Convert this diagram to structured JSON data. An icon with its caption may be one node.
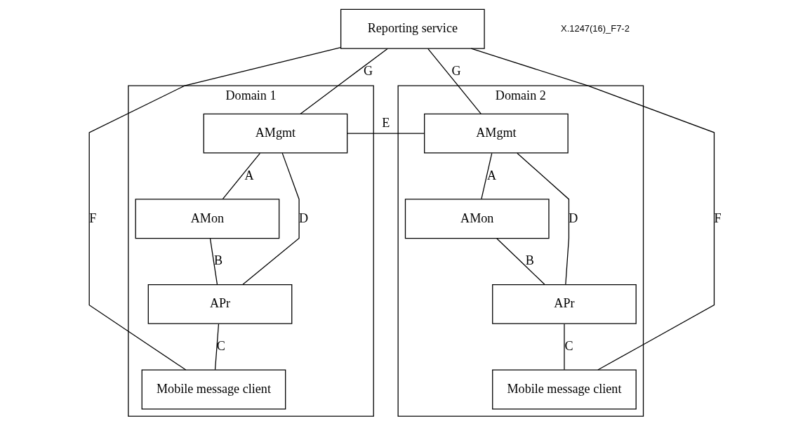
{
  "diagram": {
    "nodes": [
      {
        "text": [
          "Reporting service"
        ]
      },
      {
        "text": [
          "Domain 1"
        ]
      },
      {
        "text": [
          "AMgmt"
        ],
        "in": 1
      },
      {
        "text": [
          "AMon"
        ],
        "in": 1
      },
      {
        "text": [
          "APr"
        ],
        "in": 1
      },
      {
        "text": [
          "Mobile message client"
        ],
        "in": 1
      },
      {
        "text": [
          "Domain 2"
        ]
      },
      {
        "text": [
          "AMgmt"
        ],
        "in": 6
      },
      {
        "text": [
          "AMon"
        ],
        "in": 6
      },
      {
        "text": [
          "APr"
        ],
        "in": 6
      },
      {
        "text": [
          "Mobile message client"
        ],
        "in": 6
      }
    ],
    "edges": [
      {
        "from": 0,
        "to": 2,
        "arrow": "none",
        "label": "G"
      },
      {
        "from": 0,
        "to": 7,
        "arrow": "none",
        "label": "G"
      },
      {
        "from": 2,
        "to": 7,
        "arrow": "none",
        "label": "E"
      },
      {
        "from": 2,
        "to": 3,
        "arrow": "none",
        "label": "A"
      },
      {
        "from": 3,
        "to": 4,
        "arrow": "none",
        "label": "B"
      },
      {
        "from": 4,
        "to": 5,
        "arrow": "none",
        "label": "C"
      },
      {
        "from": 2,
        "to": 4,
        "arrow": "none",
        "label": "D"
      },
      {
        "from": 0,
        "to": 5,
        "arrow": "none",
        "label": "F"
      },
      {
        "from": 7,
        "to": 8,
        "arrow": "none",
        "label": "A"
      },
      {
        "from": 8,
        "to": 9,
        "arrow": "none",
        "label": "B"
      },
      {
        "from": 9,
        "to": 10,
        "arrow": "none",
        "label": "C"
      },
      {
        "from": 7,
        "to": 9,
        "arrow": "none",
        "label": "D"
      },
      {
        "from": 0,
        "to": 10,
        "arrow": "none",
        "label": "F"
      }
    ],
    "labels": [
      "X.1247(16)_F7-2"
    ]
  }
}
